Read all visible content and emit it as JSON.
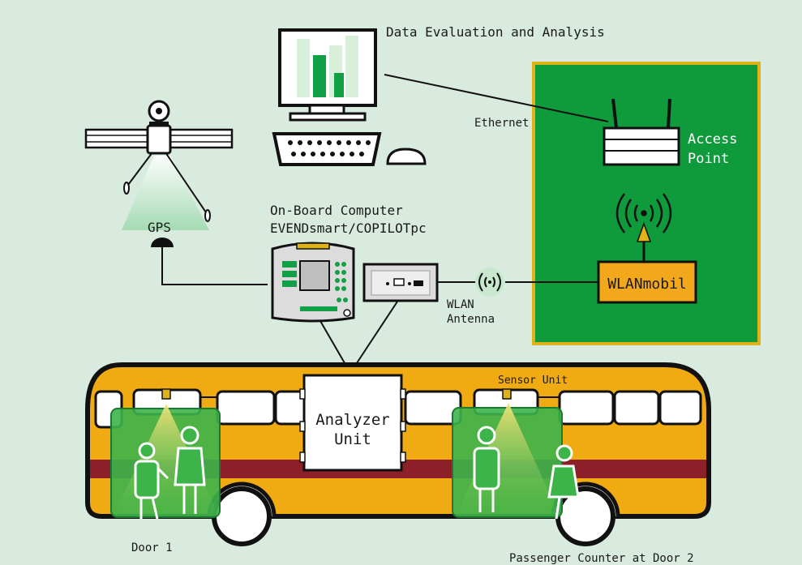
{
  "labels": {
    "data_evaluation": "Data Evaluation and Analysis",
    "ethernet": "Ethernet",
    "access_point_line1": "Access",
    "access_point_line2": "Point",
    "gps": "GPS",
    "onboard_line1": "On-Board Computer",
    "onboard_line2": "EVENDsmart/COPILOTpc",
    "wlan_antenna_line1": "WLAN",
    "wlan_antenna_line2": "Antenna",
    "wlanmobil": "WLANmobil",
    "sensor_unit": "Sensor Unit",
    "analyzer_line1": "Analyzer",
    "analyzer_line2": "Unit",
    "door1": "Door 1",
    "passenger_counter": "Passenger Counter at Door 2"
  },
  "colors": {
    "background": "#d9eadf",
    "panel_green": "#0f9a3c",
    "panel_border": "#e0b21a",
    "bus_yellow": "#f0aa12",
    "bus_stripe": "#8c1f28",
    "wlan_box": "#f2a81a",
    "door_green": "#3cb44a"
  },
  "icons": [
    "satellite-icon",
    "computer-icon",
    "router-icon",
    "wifi-icon",
    "bus-icon",
    "passenger-icon"
  ]
}
